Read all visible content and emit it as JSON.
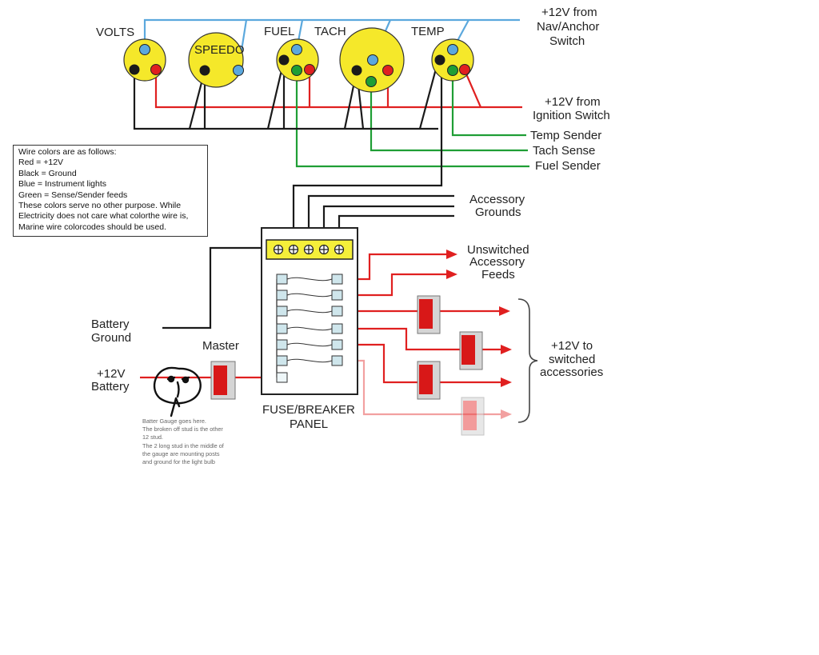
{
  "gauges": {
    "volts": "VOLTS",
    "speedo": "SPEEDO",
    "fuel": "FUEL",
    "tach": "TACH",
    "temp": "TEMP"
  },
  "sources": {
    "nav_line1": "+12V from",
    "nav_line2": "Nav/Anchor",
    "nav_line3": "Switch",
    "ign_line1": "+12V from",
    "ign_line2": "Ignition Switch"
  },
  "senders": {
    "temp": "Temp Sender",
    "tach": "Tach Sense",
    "fuel": "Fuel Sender"
  },
  "accessory_grounds": {
    "line1": "Accessory",
    "line2": "Grounds"
  },
  "unswitched": {
    "line1": "Unswitched",
    "line2": "Accessory",
    "line3": "Feeds"
  },
  "switched": {
    "line1": "+12V to",
    "line2": "switched",
    "line3": "accessories"
  },
  "battery_ground": {
    "line1": "Battery",
    "line2": "Ground"
  },
  "battery_pos": {
    "line1": "+12V",
    "line2": "Battery"
  },
  "master_label": "Master",
  "panel": {
    "line1": "FUSE/BREAKER",
    "line2": "PANEL"
  },
  "legend": {
    "title": "Wire colors are as follows:",
    "red": "Red = +12V",
    "black": "Black = Ground",
    "blue": "Blue = Instrument lights",
    "green": "Green = Sense/Sender feeds",
    "note1": "These colors serve no other purpose. While",
    "note2": "Electricity does not care what colorthe wire is,",
    "note3": "Marine wire colorcodes should be used."
  },
  "annotation": {
    "line1": "Batter Gauge goes here.",
    "line2": "The broken off stud is the other",
    "line3": "12 stud.",
    "line4": "The 2 long stud in the middle of",
    "line5": "the gauge are mounting posts",
    "line6": "and ground for the light bulb"
  },
  "colors": {
    "red": "#e02020",
    "black": "#1a1a1a",
    "blue": "#5ba8dd",
    "green": "#1f9e35",
    "gauge_yellow": "#f5e82a",
    "bus_yellow": "#f5ef3a",
    "switch_red": "#d81818"
  }
}
